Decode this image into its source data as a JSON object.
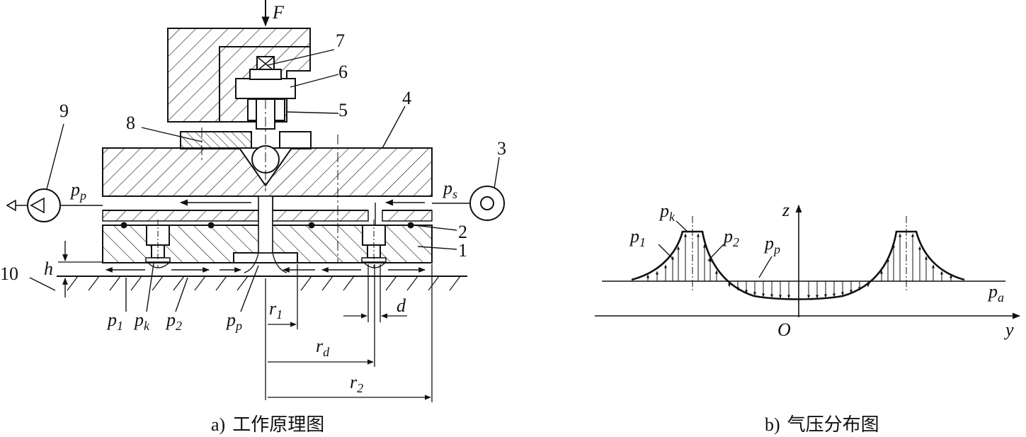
{
  "diagram_a": {
    "force_label": "F",
    "part_numbers": {
      "n1": "1",
      "n2": "2",
      "n3": "3",
      "n4": "4",
      "n5": "5",
      "n6": "6",
      "n7": "7",
      "n8": "8",
      "n9": "9",
      "n10": "10"
    },
    "pressure_labels": {
      "pp_main": "p",
      "pp_main_sub": "p",
      "ps": "p",
      "ps_sub": "s",
      "p1": "p",
      "p1_sub": "1",
      "pk": "p",
      "pk_sub": "k",
      "p2": "p",
      "p2_sub": "2",
      "pp_bottom": "p",
      "pp_bottom_sub": "p"
    },
    "dimension_labels": {
      "h": "h",
      "d": "d",
      "r1": "r",
      "r1_sub": "1",
      "rd": "r",
      "rd_sub": "d",
      "r2": "r",
      "r2_sub": "2"
    },
    "caption_prefix": "a)",
    "caption_text": "工作原理图"
  },
  "diagram_b": {
    "axis_z": "z",
    "axis_y": "y",
    "origin": "O",
    "pa": "p",
    "pa_sub": "a",
    "pk": "p",
    "pk_sub": "k",
    "p1": "p",
    "p1_sub": "1",
    "p2": "p",
    "p2_sub": "2",
    "pp": "p",
    "pp_sub": "p",
    "caption_prefix": "b)",
    "caption_text": "气压分布图"
  }
}
